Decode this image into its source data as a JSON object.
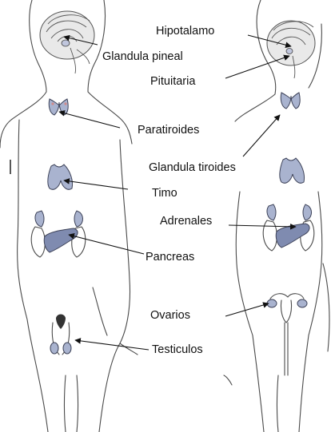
{
  "labels": {
    "hipotalamo": "Hipotalamo",
    "glandula_pineal": "Glandula pineal",
    "pituitaria": "Pituitaria",
    "paratiroides": "Paratiroides",
    "glandula_tiroides": "Glandula tiroides",
    "timo": "Timo",
    "adrenales": "Adrenales",
    "pancreas": "Pancreas",
    "ovarios": "Ovarios",
    "testiculos": "Testiculos"
  },
  "colors": {
    "gland_fill": "#a9b3cf",
    "gland_dark": "#7f8bb0",
    "outline": "#4a4a4a",
    "text": "#111111"
  }
}
